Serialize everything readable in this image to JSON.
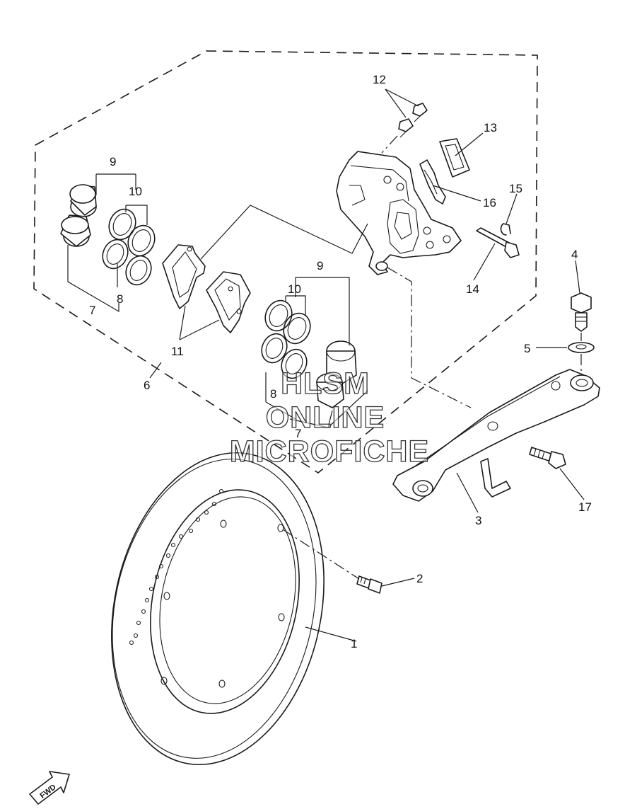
{
  "callouts": {
    "c1": "1",
    "c2": "2",
    "c3": "3",
    "c4": "4",
    "c5": "5",
    "c6": "6",
    "c7a": "7",
    "c7b": "7",
    "c8a": "8",
    "c8b": "8",
    "c9a": "9",
    "c9b": "9",
    "c10a": "10",
    "c10b": "10",
    "c11": "11",
    "c12": "12",
    "c13": "13",
    "c14": "14",
    "c15": "15",
    "c16": "16",
    "c17": "17"
  },
  "watermark": {
    "line1": "HLSM",
    "line2": "ONLINE",
    "line3": "MICROFICHE"
  },
  "direction_badge": "FWD",
  "icons": {
    "fwd_arrow": "fwd-arrow-icon"
  }
}
